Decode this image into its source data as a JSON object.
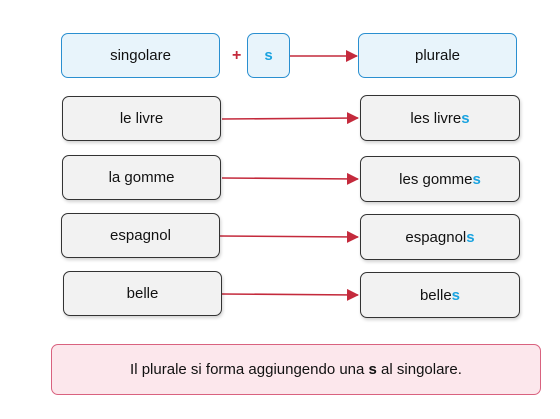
{
  "header": {
    "singular_label": "singolare",
    "plus": "+",
    "suffix": "s",
    "plural_label": "plurale"
  },
  "rows": [
    {
      "singular": "le livre",
      "plural_stem": "les livre",
      "plural_suffix": "s"
    },
    {
      "singular": "la gomme",
      "plural_stem": "les gomme",
      "plural_suffix": "s"
    },
    {
      "singular": "espagnol",
      "plural_stem": "espagnol",
      "plural_suffix": "s"
    },
    {
      "singular": "belle",
      "plural_stem": "belle",
      "plural_suffix": "s"
    }
  ],
  "note": {
    "before": "Il plurale si forma aggiungendo una ",
    "bold": "s",
    "after": " al singolare."
  },
  "colors": {
    "accent": "#1aa3e0",
    "arrow": "#c42a3c",
    "note_border": "#d9627f",
    "header_border": "#2a8fd0"
  }
}
